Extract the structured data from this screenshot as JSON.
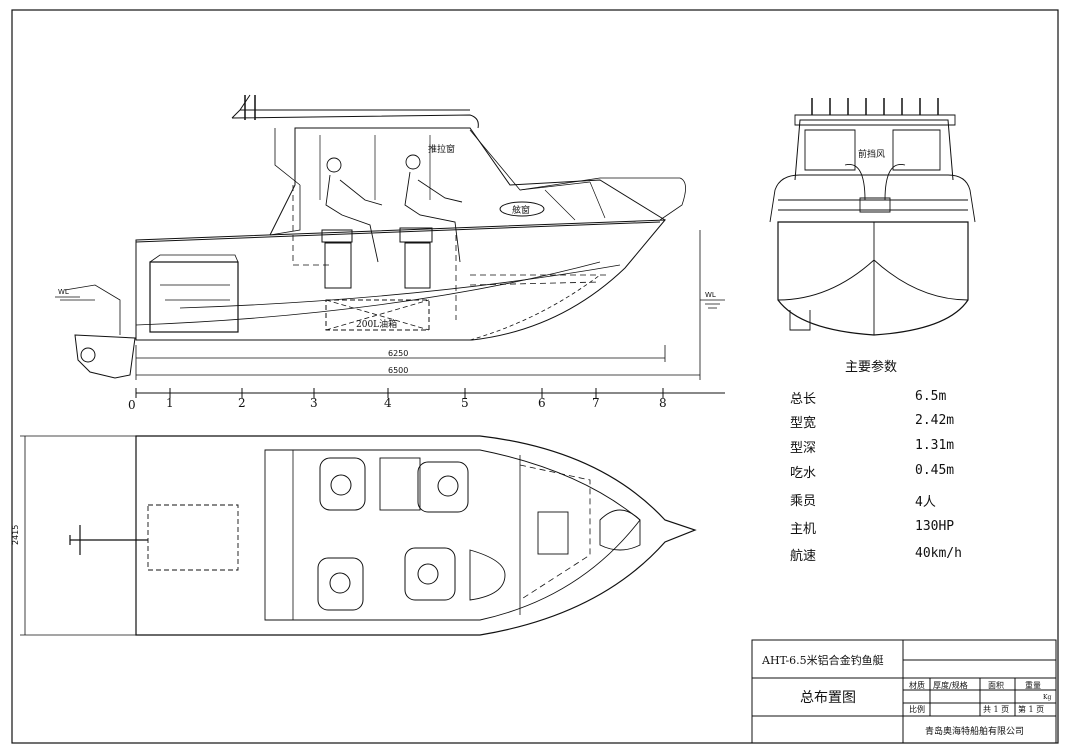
{
  "labels": {
    "sliding_window": "推拉窗",
    "cabin_window": "舷窗",
    "front_windshield": "前挡风",
    "fuel_tank": "200L油箱",
    "waterline": "WL"
  },
  "dimensions": {
    "length_6250": "6250",
    "length_6500": "6500",
    "beam_2415": "2415"
  },
  "stations": [
    "0",
    "1",
    "2",
    "3",
    "4",
    "5",
    "6",
    "7",
    "8"
  ],
  "specs": {
    "title": "主要参数",
    "rows": [
      {
        "k": "总长",
        "v": "6.5m"
      },
      {
        "k": "型宽",
        "v": "2.42m"
      },
      {
        "k": "型深",
        "v": "1.31m"
      },
      {
        "k": "吃水",
        "v": "0.45m"
      },
      {
        "k": "乘员",
        "v": "4人"
      },
      {
        "k": "主机",
        "v": "130HP"
      },
      {
        "k": "航速",
        "v": "40km/h"
      }
    ]
  },
  "title_block": {
    "project": "AHT-6.5米铝合金钓鱼艇",
    "drawing_name": "总布置图",
    "material": "材质",
    "thickness": "厚度/规格",
    "area": "面积",
    "weight": "重量",
    "kg": "Kg",
    "scale": "比例",
    "total_pages": "共 1 页",
    "page": "第 1 页",
    "company": "青岛奥海特船舶有限公司"
  }
}
